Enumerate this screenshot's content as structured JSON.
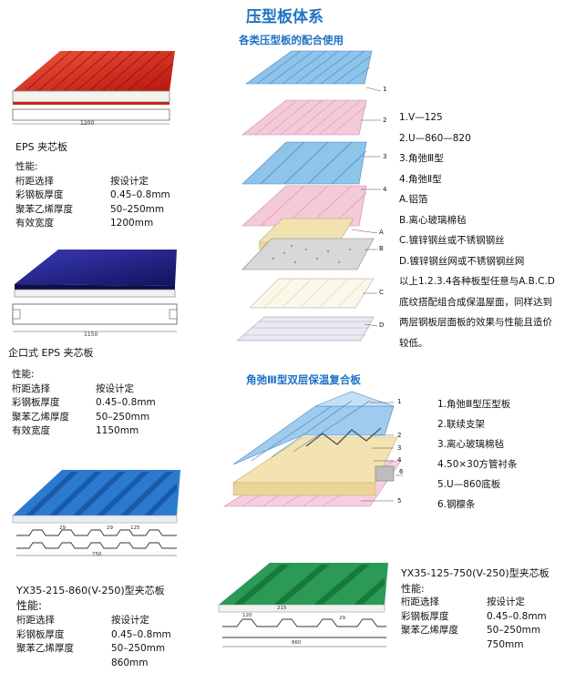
{
  "page_title": "压型板体系",
  "top_section": {
    "subtitle": "各类压型板的配合使用",
    "list": [
      "1.V—125",
      "2.U—860—820",
      "3.角弛Ⅲ型",
      "4.角弛Ⅱ型",
      "A.铝箔",
      "B.离心玻璃棉毡",
      "C.镀锌钢丝或不锈钢钢丝",
      "D.镀锌钢丝网或不锈钢钢丝网",
      "以上1.2.3.4各种板型任意与A.B.C.D",
      "底纹搭配组合成保温屋面，同样达到",
      "两层钢板层面板的效果与性能且造价",
      "较低。"
    ],
    "layer_labels": [
      "1",
      "2",
      "3",
      "4",
      "A",
      "B",
      "C",
      "D"
    ]
  },
  "mid_section": {
    "subtitle": "角弛Ⅲ型双层保温复合板",
    "list": [
      "1.角弛Ⅲ型压型板",
      "2.联续支架",
      "3.离心玻璃棉毡",
      "4.50×30方管衬条",
      "5.U—860底板",
      "6.钢檩条"
    ],
    "labels": [
      "1",
      "2",
      "3",
      "4",
      "6",
      "5"
    ]
  },
  "panels": [
    {
      "name": "EPS 夹芯板",
      "dim": "1200",
      "perf_label": "性能:",
      "specs": [
        {
          "k": "桁距选择",
          "v": "按设计定"
        },
        {
          "k": "彩钢板厚度",
          "v": "0.45–0.8mm"
        },
        {
          "k": "聚苯乙烯厚度",
          "v": "50–250mm"
        },
        {
          "k": "有效宽度",
          "v": "1200mm"
        }
      ],
      "color": "#d9261c"
    },
    {
      "name": "企口式 EPS 夹芯板",
      "dim": "1150",
      "perf_label": "性能:",
      "specs": [
        {
          "k": "桁距选择",
          "v": "按设计定"
        },
        {
          "k": "彩钢板厚度",
          "v": "0.45–0.8mm"
        },
        {
          "k": "聚苯乙烯厚度",
          "v": "50–250mm"
        },
        {
          "k": "有效宽度",
          "v": "1150mm"
        }
      ],
      "color": "#1b1b8a"
    },
    {
      "name": "YX35-215-860(V-250)型夹芯板",
      "dims": [
        "29",
        "29",
        "125",
        "750"
      ],
      "perf_label": "性能:",
      "specs": [
        {
          "k": "桁距选择",
          "v": "按设计定"
        },
        {
          "k": "彩钢板厚度",
          "v": "0.45–0.8mm"
        },
        {
          "k": "聚苯乙烯厚度",
          "v": "50–250mm"
        },
        {
          "k": "",
          "v": "860mm"
        }
      ],
      "color": "#1f6fc8"
    },
    {
      "name": "YX35-125-750(V-250)型夹芯板",
      "dims": [
        "120",
        "215",
        "29",
        "860"
      ],
      "perf_label": "性能:",
      "specs": [
        {
          "k": "桁距选择",
          "v": "按设计定"
        },
        {
          "k": "彩钢板厚度",
          "v": "0.45–0.8mm"
        },
        {
          "k": "聚苯乙烯厚度",
          "v": "50–250mm"
        },
        {
          "k": "",
          "v": "750mm"
        }
      ],
      "color": "#1f8a4a"
    }
  ]
}
